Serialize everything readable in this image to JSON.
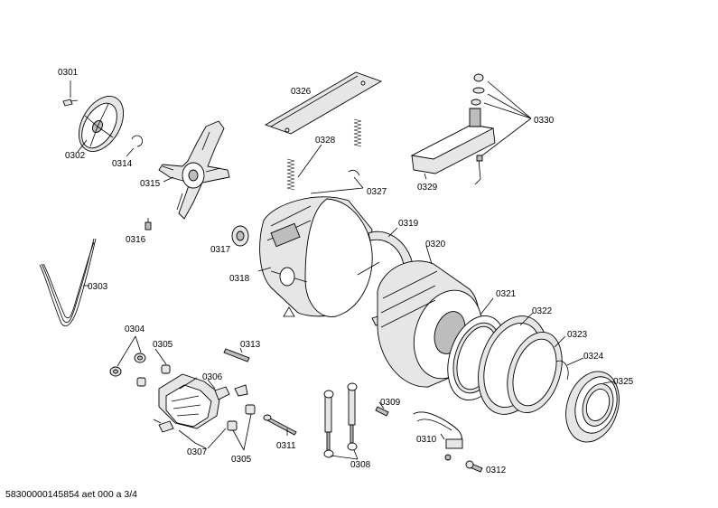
{
  "labels": {
    "p0301": "0301",
    "p0302": "0302",
    "p0303": "0303",
    "p0304": "0304",
    "p0305a": "0305",
    "p0305b": "0305",
    "p0306": "0306",
    "p0307": "0307",
    "p0308": "0308",
    "p0309": "0309",
    "p0310": "0310",
    "p0311": "0311",
    "p0312": "0312",
    "p0313": "0313",
    "p0314": "0314",
    "p0315": "0315",
    "p0316": "0316",
    "p0317": "0317",
    "p0318": "0318",
    "p0319": "0319",
    "p0320": "0320",
    "p0321": "0321",
    "p0322": "0322",
    "p0323": "0323",
    "p0324": "0324",
    "p0325": "0325",
    "p0326": "0326",
    "p0327": "0327",
    "p0328": "0328",
    "p0329": "0329",
    "p0330": "0330"
  },
  "footer": "58300000145854 aet 000 a 3/4"
}
